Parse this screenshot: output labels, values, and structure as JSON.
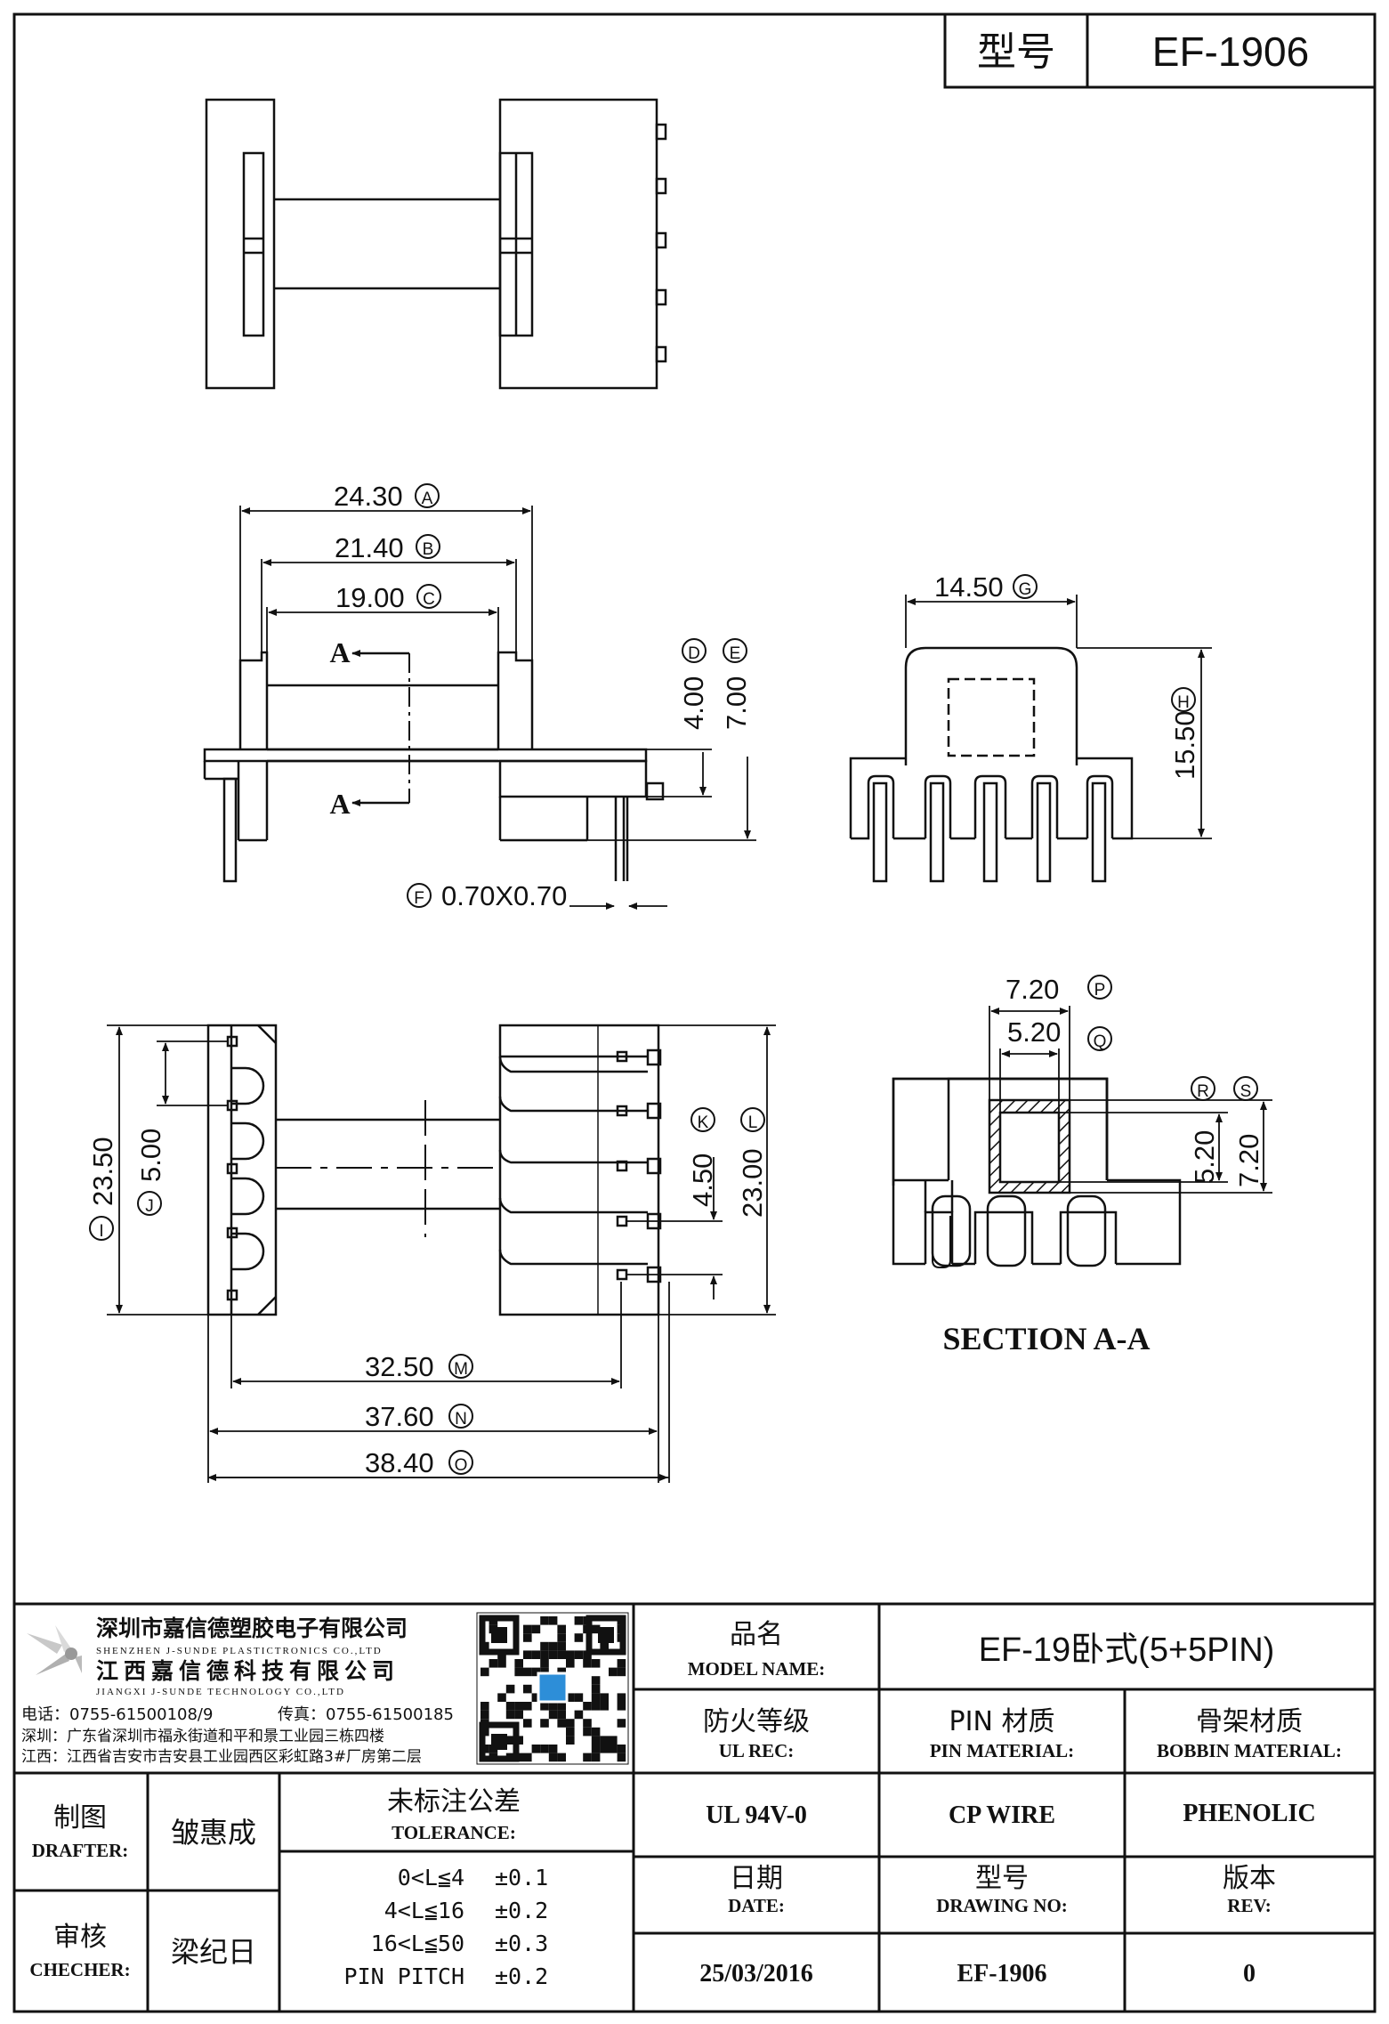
{
  "header": {
    "type_label": "型号",
    "type_value": "EF-1906"
  },
  "dimensions": {
    "A": "24.30",
    "B": "21.40",
    "C": "19.00",
    "D": "4.00",
    "E": "7.00",
    "F": "0.70X0.70",
    "G": "14.50",
    "H": "15.50",
    "I": "23.50",
    "J": "5.00",
    "K": "4.50",
    "L": "23.00",
    "M": "32.50",
    "N": "37.60",
    "O": "38.40",
    "P": "7.20",
    "Q": "5.20",
    "R": "5.20",
    "S": "7.20"
  },
  "markers": {
    "A": "A",
    "B": "B",
    "C": "C",
    "D": "D",
    "E": "E",
    "F": "F",
    "G": "G",
    "H": "H",
    "I": "I",
    "J": "J",
    "K": "K",
    "L": "L",
    "M": "M",
    "N": "N",
    "O": "O",
    "P": "P",
    "Q": "Q",
    "R": "R",
    "S": "S"
  },
  "section": {
    "arrow_label": "A",
    "title": "SECTION A-A"
  },
  "company": {
    "name_sz": "深圳市嘉信德塑胶电子有限公司",
    "name_sz_en": "SHENZHEN J-SUNDE PLASTICTRONICS CO.,LTD",
    "name_jx": "江西嘉信德科技有限公司",
    "name_jx_en": "JIANGXI J-SUNDE TECHNOLOGY CO.,LTD",
    "phone": "电话：0755-61500108/9",
    "fax": "传真：0755-61500185",
    "addr_sz": "深圳：广东省深圳市福永街道和平和景工业园三栋四楼",
    "addr_jx": "江西：江西省吉安市吉安县工业园西区彩虹路3#厂房第二层"
  },
  "title_block": {
    "model_cn": "品名",
    "model_en": "MODEL NAME:",
    "model_value": "EF-19卧式(5+5PIN)",
    "ul_cn": "防火等级",
    "ul_en": "UL REC:",
    "ul_value": "UL 94V-0",
    "pin_cn": "PIN 材质",
    "pin_en": "PIN MATERIAL:",
    "pin_value": "CP WIRE",
    "bobbin_cn": "骨架材质",
    "bobbin_en": "BOBBIN MATERIAL:",
    "bobbin_value": "PHENOLIC",
    "drafter_cn": "制图",
    "drafter_en": "DRAFTER:",
    "drafter_value": "皱惠成",
    "checker_cn": "审核",
    "checker_en": "CHECHER:",
    "checker_value": "梁纪日",
    "tol_cn": "未标注公差",
    "tol_en": "TOLERANCE:",
    "tolerances": [
      {
        "range": "0<L≦4",
        "value": "±0.1"
      },
      {
        "range": "4<L≦16",
        "value": "±0.2"
      },
      {
        "range": "16<L≦50",
        "value": "±0.3"
      },
      {
        "range": "PIN PITCH",
        "value": "±0.2"
      }
    ],
    "date_cn": "日期",
    "date_en": "DATE:",
    "date_value": "25/03/2016",
    "dwg_cn": "型号",
    "dwg_en": "DRAWING NO:",
    "dwg_value": "EF-1906",
    "rev_cn": "版本",
    "rev_en": "REV:",
    "rev_value": "0"
  }
}
